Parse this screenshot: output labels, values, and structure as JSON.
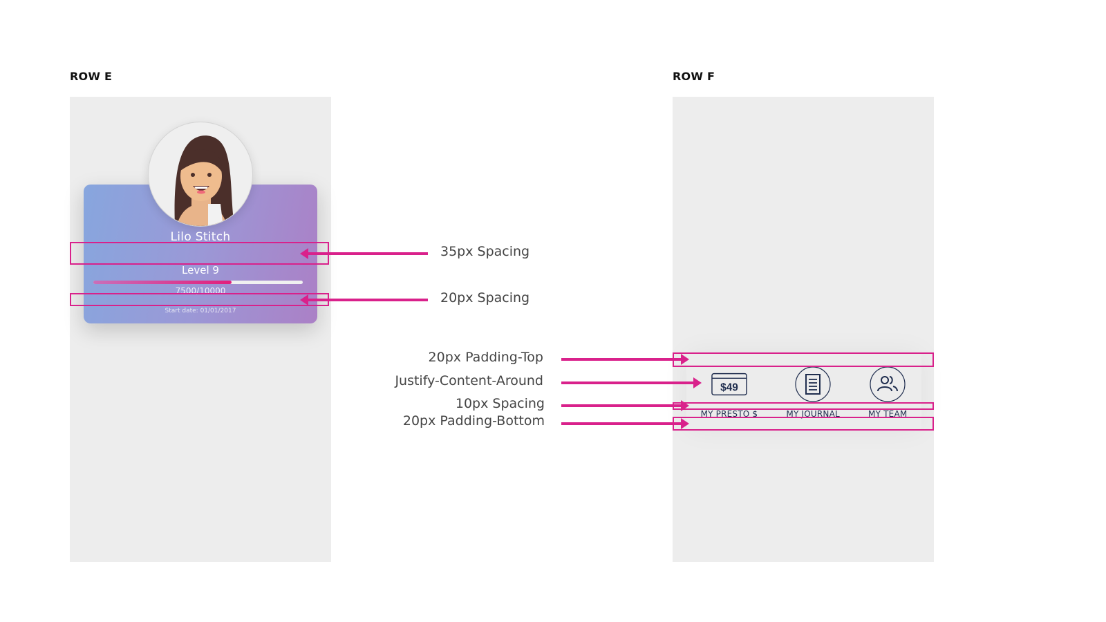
{
  "rows": {
    "e": {
      "title": "ROW E"
    },
    "f": {
      "title": "ROW F"
    }
  },
  "profile": {
    "name": "Lilo Stitch",
    "level": "Level 9",
    "points": "7500/10000",
    "progress": 0.66,
    "start_date": "Start date: 01/01/2017"
  },
  "annotations_e": [
    {
      "label": "35px Spacing"
    },
    {
      "label": "20px Spacing"
    }
  ],
  "annotations_f": [
    {
      "label": "20px Padding-Top"
    },
    {
      "label": "Justify-Content-Around"
    },
    {
      "label": "10px Spacing"
    },
    {
      "label": "20px Padding-Bottom"
    }
  ],
  "navbar": {
    "items": [
      {
        "label": "MY PRESTO $",
        "icon": "wallet-card-icon",
        "amount": "$49"
      },
      {
        "label": "MY JOURNAL",
        "icon": "journal-icon"
      },
      {
        "label": "MY TEAM",
        "icon": "team-icon"
      }
    ]
  },
  "colors": {
    "accent": "#d9218b",
    "nav_ink": "#1f2d4e",
    "panel_bg": "#ededed"
  }
}
